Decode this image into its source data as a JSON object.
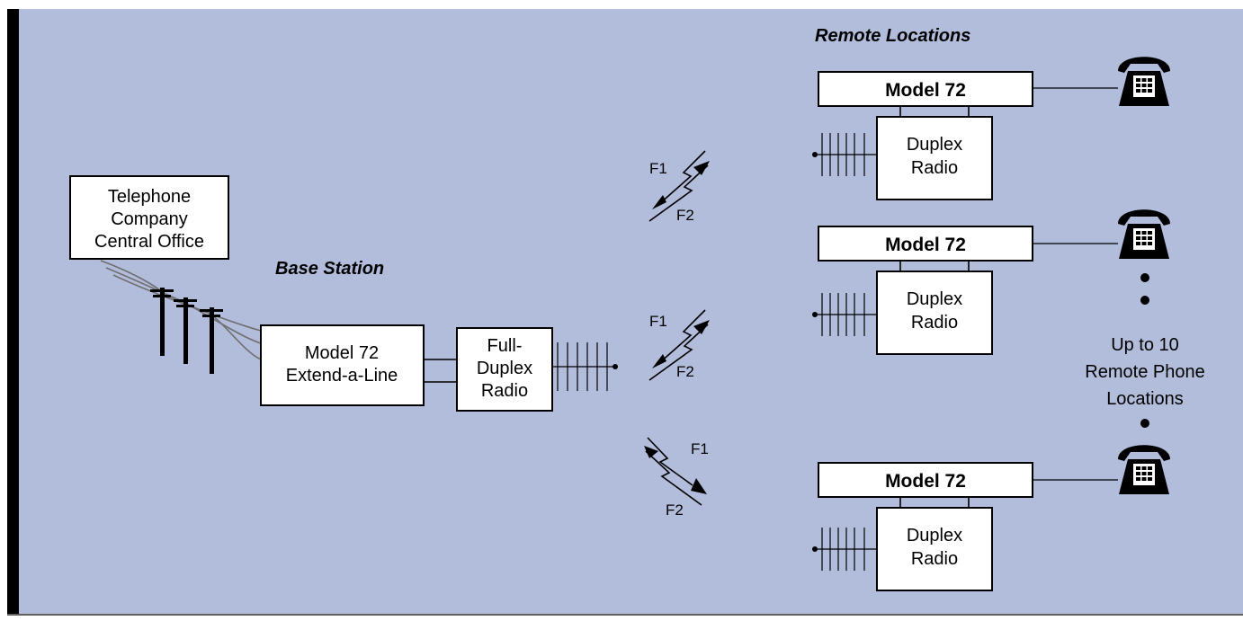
{
  "colors": {
    "background": "#b2bcdb",
    "left_bar": "#000000",
    "box_fill": "#ffffff"
  },
  "headings": {
    "remote": "Remote Locations",
    "base": "Base Station"
  },
  "central_office": {
    "line1": "Telephone",
    "line2": "Company",
    "line3": "Central Office"
  },
  "base_unit": {
    "line1": "Model 72",
    "line2": "Extend-a-Line"
  },
  "base_radio": {
    "line1": "Full-",
    "line2": "Duplex",
    "line3": "Radio"
  },
  "links": [
    {
      "upper": "F1",
      "lower": "F2"
    },
    {
      "upper": "F1",
      "lower": "F2"
    },
    {
      "upper": "F1",
      "lower": "F2"
    }
  ],
  "remotes": [
    {
      "unit": "Model 72",
      "radio1": "Duplex",
      "radio2": "Radio",
      "icon": "telephone-icon"
    },
    {
      "unit": "Model 72",
      "radio1": "Duplex",
      "radio2": "Radio",
      "icon": "telephone-icon"
    },
    {
      "unit": "Model 72",
      "radio1": "Duplex",
      "radio2": "Radio",
      "icon": "telephone-icon"
    }
  ],
  "note": {
    "line1": "Up to 10",
    "line2": "Remote Phone",
    "line3": "Locations"
  }
}
